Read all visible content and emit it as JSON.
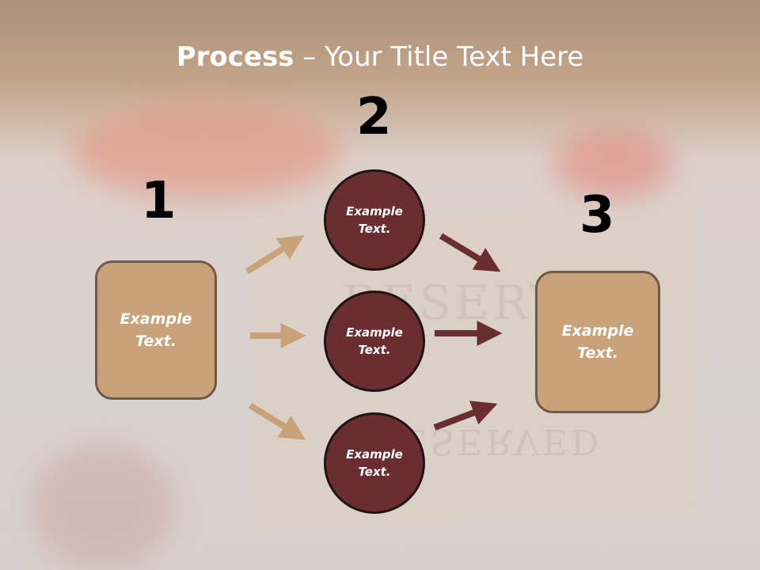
{
  "title": {
    "bold": "Process",
    "rest": " – Your Title Text Here"
  },
  "watermark": {
    "top": "RESERVED",
    "mirror": "RESERVED"
  },
  "steps": [
    {
      "number": "1",
      "text": "Example\nText."
    },
    {
      "number": "2",
      "texts": [
        "Example\nText.",
        "Example\nText.",
        "Example\nText."
      ]
    },
    {
      "number": "3",
      "text": "Example\nText."
    }
  ],
  "colors": {
    "box_fill": "#c9a27a",
    "circle_fill": "#6b2e30",
    "arrow_light": "#c9a27a",
    "arrow_dark": "#6b2e30"
  }
}
